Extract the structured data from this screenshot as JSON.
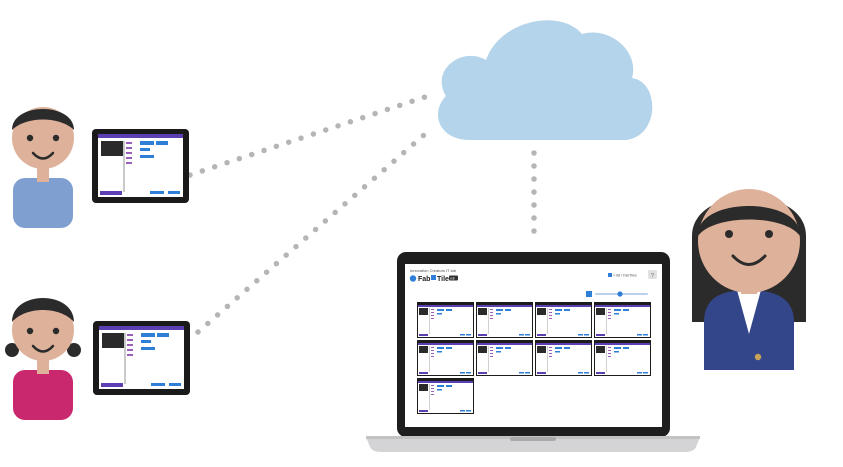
{
  "colors": {
    "cloud": "#b3d4ea",
    "dots": "#b5b5b5",
    "skin": "#deb19a",
    "hair": "#2b2b2b",
    "shirt_blue": "#7f9fd0",
    "shirt_pink": "#c9286e",
    "jacket_navy": "#34468a",
    "accent_purple": "#5b3fb3",
    "accent_blue": "#2f7fd9",
    "device_dark": "#1a1a1a"
  },
  "laptop_app": {
    "subtitle": "Innovation Creators IT lab",
    "logo_fab": "Fab",
    "logo_tile": "Tile",
    "version": "v.8",
    "link_text": "+ 08 / FabTiles",
    "help": "?"
  },
  "tiles": {
    "count": 9,
    "columns": 4
  }
}
